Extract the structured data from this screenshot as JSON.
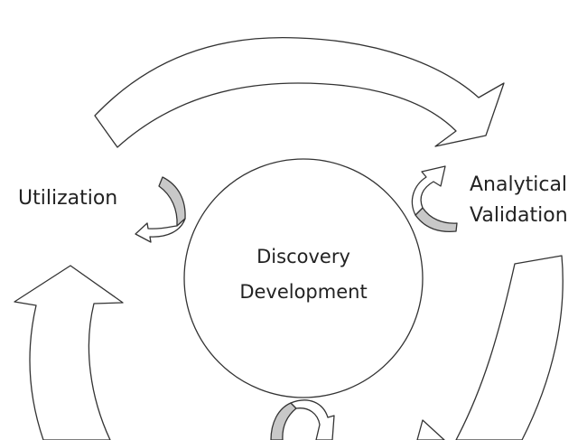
{
  "center": {
    "line1": "Discovery",
    "line2": "Development"
  },
  "labels": {
    "utilization": "Utilization",
    "analytical_line1": "Analytical",
    "analytical_line2": "Validation"
  }
}
